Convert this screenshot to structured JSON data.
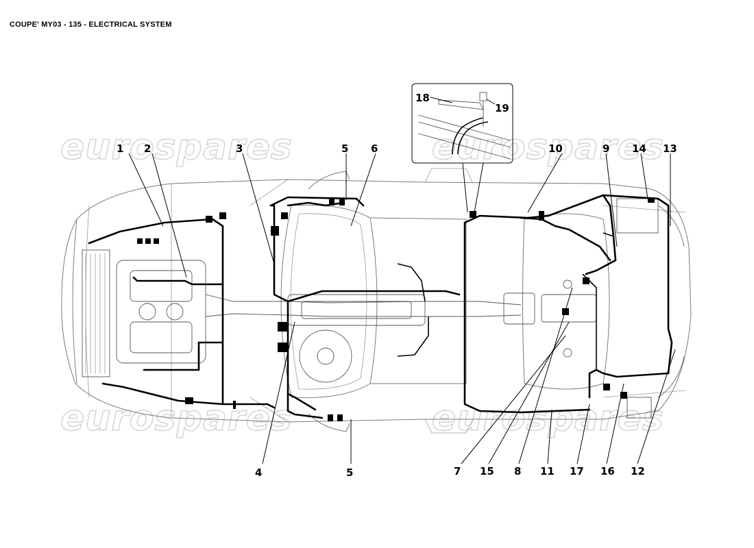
{
  "title": "COUPE' MY03 - 135 - ELECTRICAL SYSTEM",
  "watermark": "eurospares",
  "callouts": {
    "c1": "1",
    "c2": "2",
    "c3": "3",
    "c4": "4",
    "c5a": "5",
    "c5b": "5",
    "c6": "6",
    "c7": "7",
    "c8": "8",
    "c9": "9",
    "c10": "10",
    "c11": "11",
    "c12": "12",
    "c13": "13",
    "c14": "14",
    "c15": "15",
    "c16": "16",
    "c17": "17",
    "c18": "18",
    "c19": "19"
  }
}
